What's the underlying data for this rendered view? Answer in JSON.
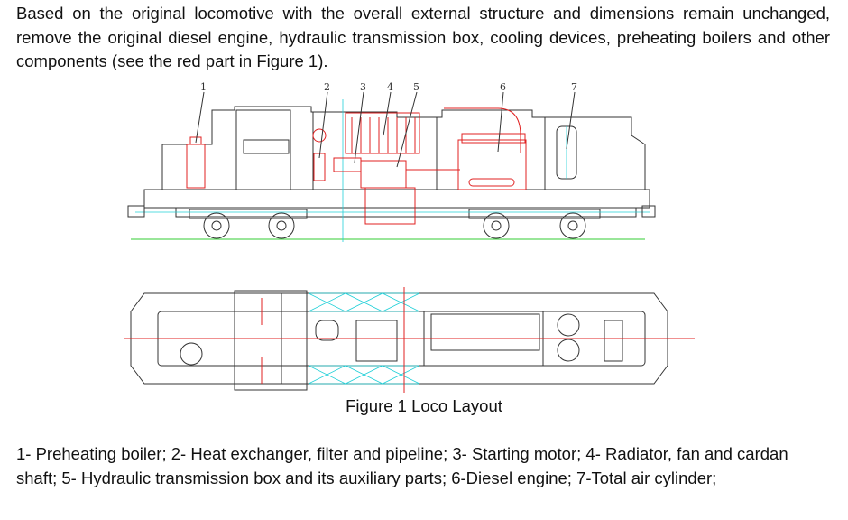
{
  "intro_text": "Based on the original locomotive with the overall external structure and dimensions remain unchanged, remove the original diesel engine, hydraulic transmission box, cooling devices, preheating boilers and other components (see the red part in Figure 1).",
  "figure": {
    "caption": "Figure 1 Loco Layout",
    "callouts": [
      "1",
      "2",
      "3",
      "4",
      "5",
      "6",
      "7"
    ]
  },
  "legend_text": "1- Preheating boiler; 2- Heat exchanger, filter and pipeline; 3- Starting motor; 4- Radiator, fan and cardan shaft; 5- Hydraulic transmission box and its auxiliary parts; 6-Diesel engine; 7-Total air cylinder;"
}
